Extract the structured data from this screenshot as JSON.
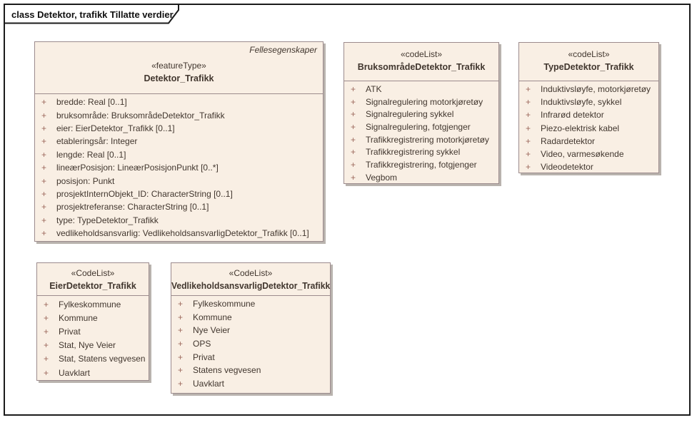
{
  "frame": {
    "title": "class Detektor, trafikk Tillatte verdier"
  },
  "colors": {
    "box_fill": "#f9efe4",
    "box_border": "#9c8b8d",
    "box_shadow": "#b9b3ae",
    "text": "#41362e",
    "visibility_marker": "#9d6a5e",
    "frame_border": "#1b1b1b"
  },
  "classes": {
    "detektor": {
      "tag": "Fellesegenskaper",
      "stereotype": "«featureType»",
      "name": "Detektor_Trafikk",
      "items": [
        {
          "v": "+",
          "t": "bredde: Real [0..1]"
        },
        {
          "v": "+",
          "t": "bruksområde: BruksområdeDetektor_Trafikk"
        },
        {
          "v": "+",
          "t": "eier: EierDetektor_Trafikk [0..1]"
        },
        {
          "v": "+",
          "t": "etableringsår: Integer"
        },
        {
          "v": "+",
          "t": "lengde: Real [0..1]"
        },
        {
          "v": "+",
          "t": "lineærPosisjon: LineærPosisjonPunkt [0..*]"
        },
        {
          "v": "+",
          "t": "posisjon: Punkt"
        },
        {
          "v": "+",
          "t": "prosjektInternObjekt_ID: CharacterString [0..1]"
        },
        {
          "v": "+",
          "t": "prosjektreferanse: CharacterString [0..1]"
        },
        {
          "v": "+",
          "t": "type: TypeDetektor_Trafikk"
        },
        {
          "v": "+",
          "t": "vedlikeholdsansvarlig: VedlikeholdsansvarligDetektor_Trafikk [0..1]"
        }
      ]
    },
    "bruksomrade": {
      "stereotype": "«codeList»",
      "name": "BruksområdeDetektor_Trafikk",
      "items": [
        {
          "v": "+",
          "t": "ATK"
        },
        {
          "v": "+",
          "t": "Signalregulering motorkjøretøy"
        },
        {
          "v": "+",
          "t": "Signalregulering sykkel"
        },
        {
          "v": "+",
          "t": "Signalregulering, fotgjenger"
        },
        {
          "v": "+",
          "t": "Trafikkregistrering motorkjøretøy"
        },
        {
          "v": "+",
          "t": "Trafikkregistrering sykkel"
        },
        {
          "v": "+",
          "t": "Trafikkregistrering, fotgjenger"
        },
        {
          "v": "+",
          "t": "Vegbom"
        }
      ]
    },
    "type": {
      "stereotype": "«codeList»",
      "name": "TypeDetektor_Trafikk",
      "items": [
        {
          "v": "+",
          "t": "Induktivsløyfe, motorkjøretøy"
        },
        {
          "v": "+",
          "t": "Induktivsløyfe, sykkel"
        },
        {
          "v": "+",
          "t": "Infrarød detektor"
        },
        {
          "v": "+",
          "t": "Piezo-elektrisk kabel"
        },
        {
          "v": "+",
          "t": "Radardetektor"
        },
        {
          "v": "+",
          "t": "Video, varmesøkende"
        },
        {
          "v": "+",
          "t": "Videodetektor"
        }
      ]
    },
    "eier": {
      "stereotype": "«CodeList»",
      "name": "EierDetektor_Trafikk",
      "items": [
        {
          "v": "+",
          "t": "Fylkeskommune"
        },
        {
          "v": "+",
          "t": "Kommune"
        },
        {
          "v": "+",
          "t": "Privat"
        },
        {
          "v": "+",
          "t": "Stat, Nye Veier"
        },
        {
          "v": "+",
          "t": "Stat, Statens vegvesen"
        },
        {
          "v": "+",
          "t": "Uavklart"
        }
      ]
    },
    "vedlikeholdsansvarlig": {
      "stereotype": "«CodeList»",
      "name": "VedlikeholdsansvarligDetektor_Trafikk",
      "items": [
        {
          "v": "+",
          "t": "Fylkeskommune"
        },
        {
          "v": "+",
          "t": "Kommune"
        },
        {
          "v": "+",
          "t": "Nye Veier"
        },
        {
          "v": "+",
          "t": "OPS"
        },
        {
          "v": "+",
          "t": "Privat"
        },
        {
          "v": "+",
          "t": "Statens vegvesen"
        },
        {
          "v": "+",
          "t": "Uavklart"
        }
      ]
    }
  }
}
